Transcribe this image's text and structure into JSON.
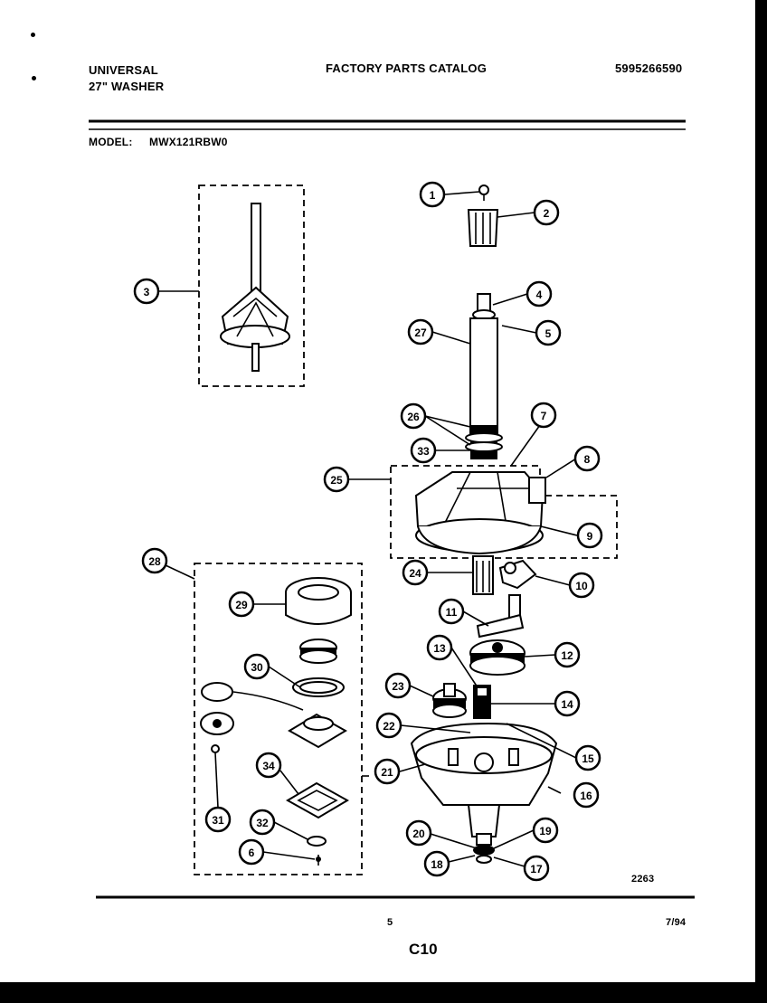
{
  "header": {
    "brand": "UNIVERSAL",
    "product": "27\" WASHER",
    "catalog_title": "FACTORY PARTS CATALOG",
    "catalog_number": "5995266590",
    "model_label": "MODEL:",
    "model_value": "MWX121RBW0"
  },
  "diagram": {
    "drawing_number": "2263",
    "callouts": [
      "1",
      "2",
      "3",
      "4",
      "5",
      "27",
      "26",
      "7",
      "33",
      "8",
      "25",
      "9",
      "28",
      "24",
      "10",
      "29",
      "11",
      "13",
      "12",
      "30",
      "23",
      "14",
      "22",
      "15",
      "21",
      "16",
      "34",
      "31",
      "32",
      "6",
      "20",
      "19",
      "18",
      "17"
    ]
  },
  "footer": {
    "page_number": "5",
    "date": "7/94",
    "section_code": "C10"
  }
}
